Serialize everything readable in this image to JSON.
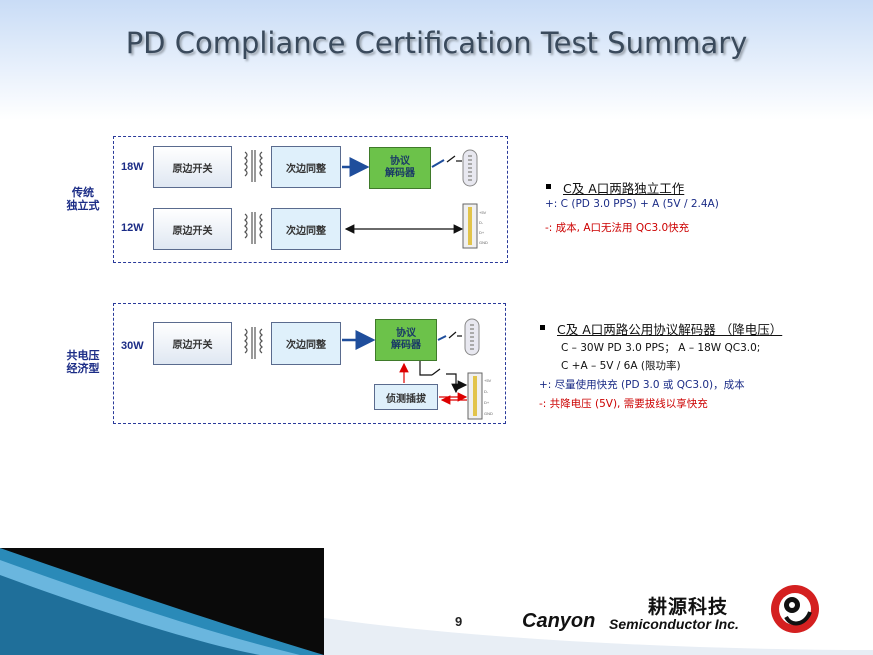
{
  "header": {
    "title": "PD Compliance Certification Test Summary"
  },
  "diagram1": {
    "section_label": "传统\n独立式",
    "row1": {
      "watt": "18W",
      "primary": "原边开关",
      "secondary": "次边同整",
      "decoder": "协议\n解码器"
    },
    "row2": {
      "watt": "12W",
      "primary": "原边开关",
      "secondary": "次边同整"
    },
    "notes": {
      "heading": "C及 A口两路独立工作",
      "plus": "+:   C (PD 3.0  PPS) + A (5V / 2.4A)",
      "minus": "-:   成本,     A口无法用 QC3.0快充"
    }
  },
  "diagram2": {
    "section_label": "共电压\n经济型",
    "row1": {
      "watt": "30W",
      "primary": "原边开关",
      "secondary": "次边同整",
      "decoder": "协议\n解码器",
      "detect": "侦测插拔"
    },
    "notes": {
      "heading": "C及 A口两路公用协议解码器 （降电压）",
      "line1": "C – 30W PD 3.0  PPS；   A – 18W QC3.0;",
      "line2": "C +A – 5V / 6A (限功率)",
      "plus": "+:   尽量使用快充 (PD 3.0 或 QC3.0)，成本",
      "minus": "-:   共降电压 (5V),      需要拔线以享快充"
    }
  },
  "footer": {
    "page_number": "9",
    "company_cn": "耕源科技",
    "company_en_main": "Canyon",
    "company_en_sub": "Semiconductor Inc."
  },
  "colors": {
    "accent_navy": "#1b2c86",
    "decoder_green": "#6cc24a",
    "negative_red": "#c00000",
    "arrow_blue": "#1f4e9c"
  }
}
